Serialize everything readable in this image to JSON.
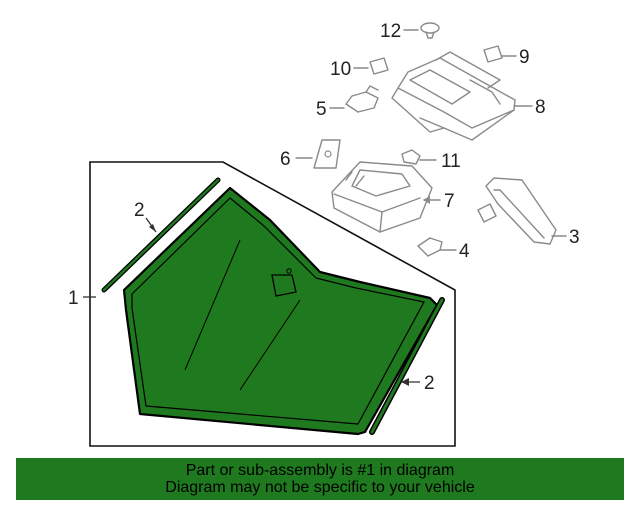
{
  "diagram": {
    "callouts": {
      "c1": "1",
      "c2a": "2",
      "c2b": "2",
      "c3": "3",
      "c4": "4",
      "c5": "5",
      "c6": "6",
      "c7": "7",
      "c8": "8",
      "c9": "9",
      "c10": "10",
      "c11": "11",
      "c12": "12"
    },
    "highlight_color": "#1f7a1f"
  },
  "banner": {
    "line1": "Part or sub-assembly is #1 in diagram",
    "line2": "Diagram may not be specific to your vehicle",
    "background": "#1f7a1f"
  }
}
